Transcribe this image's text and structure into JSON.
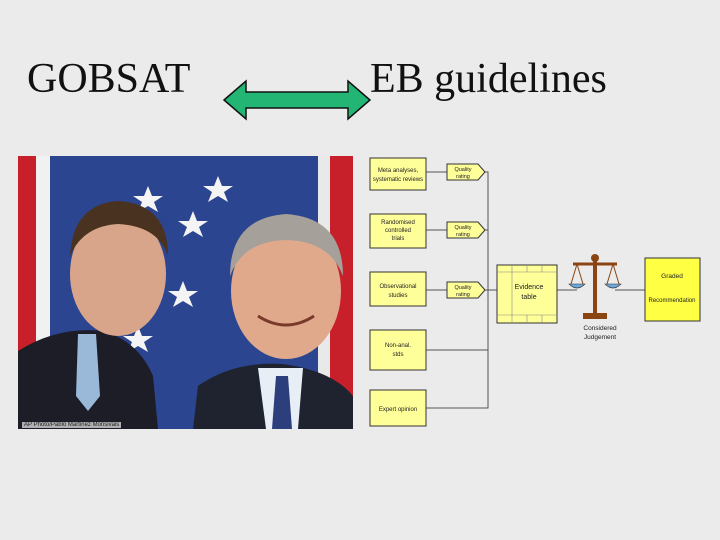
{
  "titles": {
    "left": "GOBSAT",
    "right": "EB guidelines"
  },
  "photo": {
    "credit": "AP Photo/Pablo Martinez Monsivais"
  },
  "diagram": {
    "sources": [
      {
        "line1": "Meta analyses,",
        "line2": "systematic reviews"
      },
      {
        "line1": "Randomised",
        "line2": "controlled",
        "line3": "trials"
      },
      {
        "line1": "Observational",
        "line2": "studies"
      },
      {
        "line1": "Non-anal.",
        "line2": "stds"
      },
      {
        "line1": "Expert opinion"
      }
    ],
    "quality_labels": [
      {
        "line1": "Quality",
        "line2": "rating"
      },
      {
        "line1": "Quality",
        "line2": "rating"
      },
      {
        "line1": "Quality",
        "line2": "rating"
      }
    ],
    "evidence_table": {
      "line1": "Evidence",
      "line2": "table"
    },
    "considered_judgement": {
      "line1": "Considered",
      "line2": "Judgement"
    },
    "graded_recommendation": {
      "line1": "Graded",
      "line2": "Recommendation"
    }
  },
  "colors": {
    "background": "#ebebeb",
    "arrow_fill": "#22b573",
    "box_fill": "#ffff99",
    "recommendation_fill": "#ffff44",
    "scale_color": "#8b4513"
  }
}
